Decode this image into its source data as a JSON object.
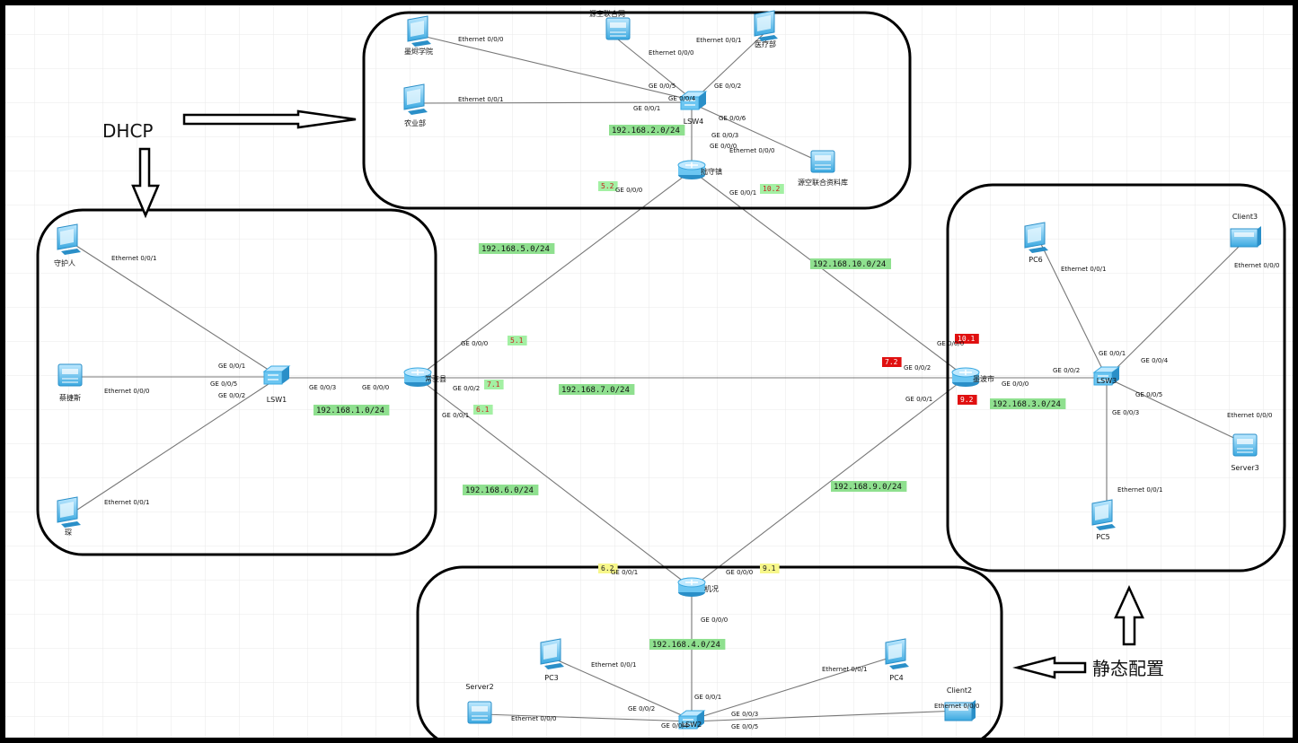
{
  "colors": {
    "canvas_bg": "#ffffff",
    "grid": "#e8e8e8",
    "link": "#777777",
    "subnet_bg": "#8fe08f",
    "tag_green": "#a3f0a3",
    "tag_red": "#e01010",
    "tag_yellow": "#f7f78a",
    "device_blue": "#6cc6f2",
    "group_border": "#000000"
  },
  "annotations": {
    "dhcp": "DHCP",
    "static": "静态配置"
  },
  "devices": [
    {
      "id": "lsw4",
      "label": "LSW4",
      "icon": "switch-icon"
    },
    {
      "id": "lsw1",
      "label": "LSW1",
      "icon": "switch-icon"
    },
    {
      "id": "lsw3",
      "label": "LSW3",
      "icon": "switch-icon"
    },
    {
      "id": "lsw2",
      "label": "LSW2",
      "icon": "switch-icon"
    },
    {
      "id": "r_top",
      "label": "拙守镇",
      "icon": "router-icon"
    },
    {
      "id": "r_left",
      "label": "常驻县",
      "icon": "router-icon"
    },
    {
      "id": "r_right",
      "label": "墨波市",
      "icon": "router-icon"
    },
    {
      "id": "r_bottom",
      "label": "机况",
      "icon": "router-icon"
    },
    {
      "id": "pc_xuexiao",
      "label": "墨烬学院",
      "icon": "pc-icon"
    },
    {
      "id": "srv_lianhe",
      "label": "源空联合网",
      "icon": "server-icon"
    },
    {
      "id": "pc_yiliao",
      "label": "医疗部",
      "icon": "pc-icon"
    },
    {
      "id": "pc_nongye",
      "label": "农业部",
      "icon": "pc-icon"
    },
    {
      "id": "srv_ziliao",
      "label": "源空联合资料库",
      "icon": "server-icon"
    },
    {
      "id": "pc_shouhu",
      "label": "守护人",
      "icon": "pc-icon"
    },
    {
      "id": "srv_left",
      "label": "蔡捷斯",
      "icon": "server-icon"
    },
    {
      "id": "pc_left_bottom",
      "label": "琛",
      "icon": "pc-icon"
    },
    {
      "id": "pc6",
      "label": "PC6",
      "icon": "pc-icon"
    },
    {
      "id": "client3",
      "label": "Client3",
      "icon": "client-icon"
    },
    {
      "id": "server3",
      "label": "Server3",
      "icon": "server-icon"
    },
    {
      "id": "pc5",
      "label": "PC5",
      "icon": "pc-icon"
    },
    {
      "id": "pc3",
      "label": "PC3",
      "icon": "pc-icon"
    },
    {
      "id": "pc4",
      "label": "PC4",
      "icon": "pc-icon"
    },
    {
      "id": "server2",
      "label": "Server2",
      "icon": "server-icon"
    },
    {
      "id": "client2",
      "label": "Client2",
      "icon": "client-icon"
    }
  ],
  "subnets": [
    {
      "id": "net2",
      "label": "192.168.2.0/24"
    },
    {
      "id": "net5",
      "label": "192.168.5.0/24"
    },
    {
      "id": "net10",
      "label": "192.168.10.0/24"
    },
    {
      "id": "net7",
      "label": "192.168.7.0/24"
    },
    {
      "id": "net1",
      "label": "192.168.1.0/24"
    },
    {
      "id": "net3",
      "label": "192.168.3.0/24"
    },
    {
      "id": "net6",
      "label": "192.168.6.0/24"
    },
    {
      "id": "net9",
      "label": "192.168.9.0/24"
    },
    {
      "id": "net4",
      "label": "192.168.4.0/24"
    }
  ],
  "ip_tags": [
    {
      "id": "t52",
      "label": "5.2",
      "color": "green"
    },
    {
      "id": "t102",
      "label": "10.2",
      "color": "green"
    },
    {
      "id": "t51",
      "label": "5.1",
      "color": "green"
    },
    {
      "id": "t71l",
      "label": "7.1",
      "color": "green"
    },
    {
      "id": "t61",
      "label": "6.1",
      "color": "green"
    },
    {
      "id": "t72",
      "label": "7.2",
      "color": "red"
    },
    {
      "id": "t101",
      "label": "10.1",
      "color": "red"
    },
    {
      "id": "t92",
      "label": "9.2",
      "color": "red"
    },
    {
      "id": "t62",
      "label": "6.2",
      "color": "yellow"
    },
    {
      "id": "t91",
      "label": "9.1",
      "color": "yellow"
    }
  ],
  "ports": [
    "Ethernet 0/0/0",
    "Ethernet 0/0/0",
    "GE 0/0/5",
    "GE 0/0/4",
    "Ethernet 0/0/1",
    "GE 0/0/2",
    "Ethernet 0/0/1",
    "GE 0/0/1",
    "GE 0/0/6",
    "GE 0/0/3",
    "GE 0/0/0",
    "Ethernet 0/0/0",
    "GE 0/0/0",
    "GE 0/0/1",
    "Ethernet 0/0/1",
    "Ethernet 0/0/0",
    "Ethernet 0/0/1",
    "GE 0/0/1",
    "GE 0/0/5",
    "GE 0/0/2",
    "GE 0/0/3",
    "GE 0/0/0",
    "GE 0/0/0",
    "GE 0/0/2",
    "GE 0/0/1",
    "GE 0/0/0",
    "GE 0/0/2",
    "GE 0/0/1",
    "GE 0/0/0",
    "GE 0/0/2",
    "Ethernet 0/0/1",
    "GE 0/0/1",
    "GE 0/0/4",
    "Ethernet 0/0/0",
    "GE 0/0/5",
    "Ethernet 0/0/0",
    "GE 0/0/3",
    "Ethernet 0/0/1",
    "GE 0/0/1",
    "GE 0/0/0",
    "GE 0/0/0",
    "Ethernet 0/0/1",
    "GE 0/0/2",
    "GE 0/0/1",
    "Ethernet 0/0/1",
    "Ethernet 0/0/0",
    "GE 0/0/4",
    "GE 0/0/5",
    "GE 0/0/3",
    "Ethernet 0/0/0"
  ]
}
